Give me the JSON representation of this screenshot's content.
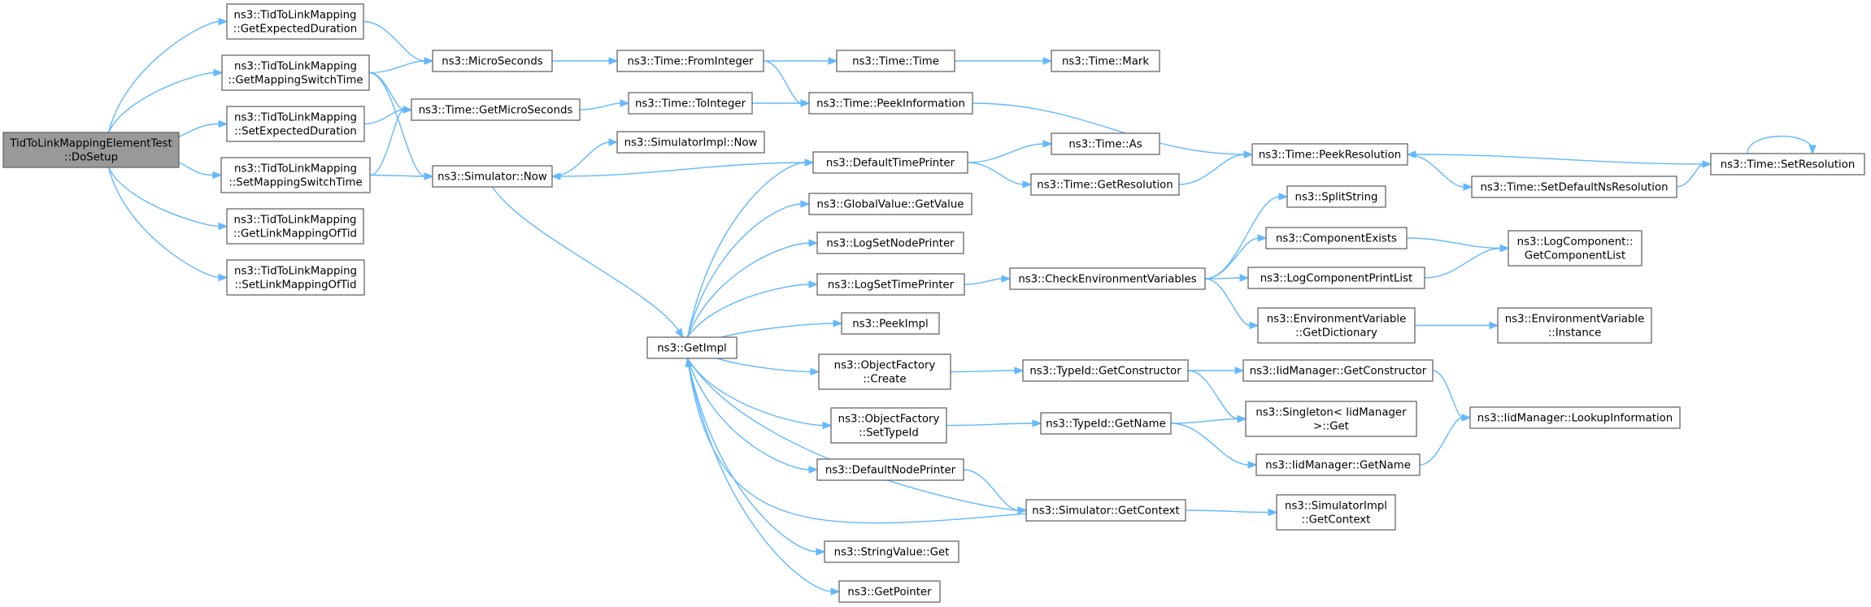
{
  "graph": {
    "nodes": [
      {
        "id": "root",
        "lines": [
          "TidToLinkMappingElementTest",
          "::DoSetup"
        ],
        "root": true
      },
      {
        "id": "getExpDur",
        "lines": [
          "ns3::TidToLinkMapping",
          "::GetExpectedDuration"
        ]
      },
      {
        "id": "getMapSwitch",
        "lines": [
          "ns3::TidToLinkMapping",
          "::GetMappingSwitchTime"
        ]
      },
      {
        "id": "setExpDur",
        "lines": [
          "ns3::TidToLinkMapping",
          "::SetExpectedDuration"
        ]
      },
      {
        "id": "setMapSwitch",
        "lines": [
          "ns3::TidToLinkMapping",
          "::SetMappingSwitchTime"
        ]
      },
      {
        "id": "getLinkMap",
        "lines": [
          "ns3::TidToLinkMapping",
          "::GetLinkMappingOfTid"
        ]
      },
      {
        "id": "setLinkMap",
        "lines": [
          "ns3::TidToLinkMapping",
          "::SetLinkMappingOfTid"
        ]
      },
      {
        "id": "microSeconds",
        "lines": [
          "ns3::MicroSeconds"
        ]
      },
      {
        "id": "getMicroSeconds",
        "lines": [
          "ns3::Time::GetMicroSeconds"
        ]
      },
      {
        "id": "simNow",
        "lines": [
          "ns3::Simulator::Now"
        ]
      },
      {
        "id": "fromInteger",
        "lines": [
          "ns3::Time::FromInteger"
        ]
      },
      {
        "id": "toInteger",
        "lines": [
          "ns3::Time::ToInteger"
        ]
      },
      {
        "id": "simImplNow",
        "lines": [
          "ns3::SimulatorImpl::Now"
        ]
      },
      {
        "id": "timeTime",
        "lines": [
          "ns3::Time::Time"
        ]
      },
      {
        "id": "peekInfo",
        "lines": [
          "ns3::Time::PeekInformation"
        ]
      },
      {
        "id": "timeMark",
        "lines": [
          "ns3::Time::Mark"
        ]
      },
      {
        "id": "defTimePrinter",
        "lines": [
          "ns3::DefaultTimePrinter"
        ]
      },
      {
        "id": "timeAs",
        "lines": [
          "ns3::Time::As"
        ]
      },
      {
        "id": "getResolution",
        "lines": [
          "ns3::Time::GetResolution"
        ]
      },
      {
        "id": "peekResolution",
        "lines": [
          "ns3::Time::PeekResolution"
        ]
      },
      {
        "id": "setDefNsRes",
        "lines": [
          "ns3::Time::SetDefaultNsResolution"
        ]
      },
      {
        "id": "setResolution",
        "lines": [
          "ns3::Time::SetResolution"
        ]
      },
      {
        "id": "globalGetValue",
        "lines": [
          "ns3::GlobalValue::GetValue"
        ]
      },
      {
        "id": "logSetNodePrinter",
        "lines": [
          "ns3::LogSetNodePrinter"
        ]
      },
      {
        "id": "logSetTimePrinter",
        "lines": [
          "ns3::LogSetTimePrinter"
        ]
      },
      {
        "id": "checkEnv",
        "lines": [
          "ns3::CheckEnvironmentVariables"
        ]
      },
      {
        "id": "splitString",
        "lines": [
          "ns3::SplitString"
        ]
      },
      {
        "id": "compExists",
        "lines": [
          "ns3::ComponentExists"
        ]
      },
      {
        "id": "logCompPrintList",
        "lines": [
          "ns3::LogComponentPrintList"
        ]
      },
      {
        "id": "logCompList",
        "lines": [
          "ns3::LogComponent::",
          "GetComponentList"
        ]
      },
      {
        "id": "envGetDict",
        "lines": [
          "ns3::EnvironmentVariable",
          "::GetDictionary"
        ]
      },
      {
        "id": "envInstance",
        "lines": [
          "ns3::EnvironmentVariable",
          "::Instance"
        ]
      },
      {
        "id": "peekImpl",
        "lines": [
          "ns3::PeekImpl"
        ]
      },
      {
        "id": "getImpl",
        "lines": [
          "ns3::GetImpl"
        ]
      },
      {
        "id": "objFactCreate",
        "lines": [
          "ns3::ObjectFactory",
          "::Create"
        ]
      },
      {
        "id": "typeIdGetCtor",
        "lines": [
          "ns3::TypeId::GetConstructor"
        ]
      },
      {
        "id": "iidGetCtor",
        "lines": [
          "ns3::IidManager::GetConstructor"
        ]
      },
      {
        "id": "objFactSetTypeId",
        "lines": [
          "ns3::ObjectFactory",
          "::SetTypeId"
        ]
      },
      {
        "id": "typeIdGetName",
        "lines": [
          "ns3::TypeId::GetName"
        ]
      },
      {
        "id": "singletonGet",
        "lines": [
          "ns3::Singleton< IidManager",
          ">::Get"
        ]
      },
      {
        "id": "iidLookup",
        "lines": [
          "ns3::IidManager::LookupInformation"
        ]
      },
      {
        "id": "iidGetName",
        "lines": [
          "ns3::IidManager::GetName"
        ]
      },
      {
        "id": "defNodePrinter",
        "lines": [
          "ns3::DefaultNodePrinter"
        ]
      },
      {
        "id": "simGetContext",
        "lines": [
          "ns3::Simulator::GetContext"
        ]
      },
      {
        "id": "simImplGetContext",
        "lines": [
          "ns3::SimulatorImpl",
          "::GetContext"
        ]
      },
      {
        "id": "stringValueGet",
        "lines": [
          "ns3::StringValue::Get"
        ]
      },
      {
        "id": "getPointer",
        "lines": [
          "ns3::GetPointer"
        ]
      }
    ],
    "edges": [
      {
        "from": "root",
        "to": "getExpDur"
      },
      {
        "from": "root",
        "to": "getMapSwitch"
      },
      {
        "from": "root",
        "to": "setExpDur"
      },
      {
        "from": "root",
        "to": "setMapSwitch"
      },
      {
        "from": "root",
        "to": "getLinkMap"
      },
      {
        "from": "root",
        "to": "setLinkMap"
      },
      {
        "from": "getExpDur",
        "to": "microSeconds"
      },
      {
        "from": "getMapSwitch",
        "to": "microSeconds"
      },
      {
        "from": "getMapSwitch",
        "to": "getMicroSeconds"
      },
      {
        "from": "getMapSwitch",
        "to": "simNow"
      },
      {
        "from": "setExpDur",
        "to": "getMicroSeconds"
      },
      {
        "from": "setMapSwitch",
        "to": "getMicroSeconds"
      },
      {
        "from": "setMapSwitch",
        "to": "simNow"
      },
      {
        "from": "microSeconds",
        "to": "fromInteger"
      },
      {
        "from": "fromInteger",
        "to": "timeTime"
      },
      {
        "from": "fromInteger",
        "to": "peekInfo"
      },
      {
        "from": "timeTime",
        "to": "timeMark"
      },
      {
        "from": "getMicroSeconds",
        "to": "toInteger"
      },
      {
        "from": "toInteger",
        "to": "peekInfo"
      },
      {
        "from": "peekInfo",
        "to": "peekResolution"
      },
      {
        "from": "simNow",
        "to": "simImplNow"
      },
      {
        "from": "simNow",
        "to": "getImpl"
      },
      {
        "from": "defTimePrinter",
        "to": "simNow"
      },
      {
        "from": "defTimePrinter",
        "to": "timeAs"
      },
      {
        "from": "defTimePrinter",
        "to": "getResolution"
      },
      {
        "from": "getResolution",
        "to": "peekResolution"
      },
      {
        "from": "peekResolution",
        "to": "setDefNsRes"
      },
      {
        "from": "setDefNsRes",
        "to": "setResolution"
      },
      {
        "from": "setResolution",
        "to": "peekResolution"
      },
      {
        "from": "setResolution",
        "to": "setResolution"
      },
      {
        "from": "getImpl",
        "to": "defTimePrinter"
      },
      {
        "from": "getImpl",
        "to": "globalGetValue"
      },
      {
        "from": "getImpl",
        "to": "logSetNodePrinter"
      },
      {
        "from": "getImpl",
        "to": "logSetTimePrinter"
      },
      {
        "from": "getImpl",
        "to": "peekImpl"
      },
      {
        "from": "getImpl",
        "to": "objFactCreate"
      },
      {
        "from": "getImpl",
        "to": "objFactSetTypeId"
      },
      {
        "from": "getImpl",
        "to": "defNodePrinter"
      },
      {
        "from": "getImpl",
        "to": "simGetContext"
      },
      {
        "from": "getImpl",
        "to": "stringValueGet"
      },
      {
        "from": "getImpl",
        "to": "getPointer"
      },
      {
        "from": "logSetTimePrinter",
        "to": "checkEnv"
      },
      {
        "from": "checkEnv",
        "to": "splitString"
      },
      {
        "from": "checkEnv",
        "to": "compExists"
      },
      {
        "from": "checkEnv",
        "to": "logCompPrintList"
      },
      {
        "from": "checkEnv",
        "to": "envGetDict"
      },
      {
        "from": "compExists",
        "to": "logCompList"
      },
      {
        "from": "logCompPrintList",
        "to": "logCompList"
      },
      {
        "from": "envGetDict",
        "to": "envInstance"
      },
      {
        "from": "objFactCreate",
        "to": "typeIdGetCtor"
      },
      {
        "from": "typeIdGetCtor",
        "to": "iidGetCtor"
      },
      {
        "from": "typeIdGetCtor",
        "to": "singletonGet"
      },
      {
        "from": "iidGetCtor",
        "to": "iidLookup"
      },
      {
        "from": "objFactSetTypeId",
        "to": "typeIdGetName"
      },
      {
        "from": "typeIdGetName",
        "to": "singletonGet"
      },
      {
        "from": "typeIdGetName",
        "to": "iidGetName"
      },
      {
        "from": "iidGetName",
        "to": "iidLookup"
      },
      {
        "from": "defNodePrinter",
        "to": "simGetContext"
      },
      {
        "from": "simGetContext",
        "to": "getImpl"
      },
      {
        "from": "simGetContext",
        "to": "simImplGetContext"
      }
    ]
  }
}
